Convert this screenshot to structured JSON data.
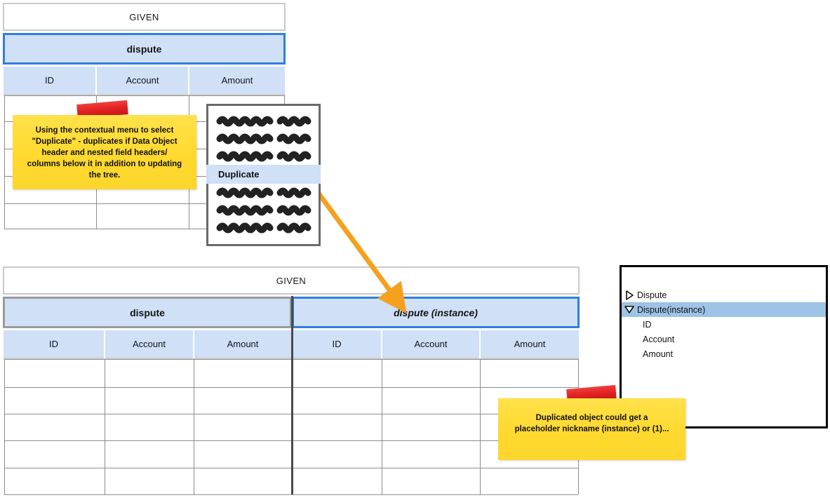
{
  "tables": {
    "top": {
      "given_label": "GIVEN",
      "object_header": "dispute",
      "field_headers": [
        "ID",
        "Account",
        "Amount"
      ],
      "selected": true
    },
    "bottom": {
      "given_label": "GIVEN",
      "groups": [
        {
          "object_header": "dispute",
          "selected": false,
          "italic": false,
          "field_headers": [
            "ID",
            "Account",
            "Amount"
          ]
        },
        {
          "object_header": "dispute (instance)",
          "selected": true,
          "italic": true,
          "field_headers": [
            "ID",
            "Account",
            "Amount"
          ]
        }
      ]
    }
  },
  "context_menu": {
    "items": [
      {
        "label": "",
        "redacted": true,
        "selected": false
      },
      {
        "label": "",
        "redacted": true,
        "selected": false
      },
      {
        "label": "",
        "redacted": true,
        "selected": false
      },
      {
        "label": "Duplicate",
        "redacted": false,
        "selected": true
      },
      {
        "label": "",
        "redacted": true,
        "selected": false
      },
      {
        "label": "",
        "redacted": true,
        "selected": false
      },
      {
        "label": "",
        "redacted": true,
        "selected": false
      }
    ]
  },
  "tree": {
    "rows": [
      {
        "label": "Dispute",
        "state": "collapsed",
        "depth": 0,
        "selected": false
      },
      {
        "label": "Dispute(instance)",
        "state": "expanded",
        "depth": 0,
        "selected": true
      },
      {
        "label": "ID",
        "state": "leaf",
        "depth": 1,
        "selected": false
      },
      {
        "label": "Account",
        "state": "leaf",
        "depth": 1,
        "selected": false
      },
      {
        "label": "Amount",
        "state": "leaf",
        "depth": 1,
        "selected": false
      }
    ]
  },
  "notes": [
    {
      "id": "note-duplicate-behavior",
      "lines": [
        "Using the contextual menu to select",
        "\"Duplicate\" - duplicates if Data Object",
        "header and nested field headers/",
        "columns below it in addition to updating",
        "the tree."
      ]
    },
    {
      "id": "note-nickname",
      "lines": [
        "Duplicated object could get a",
        "placeholder nickname (instance) or (1)..."
      ]
    }
  ],
  "colors": {
    "accent_blue": "#2f7de1",
    "header_fill": "#cfe0f7",
    "tree_highlight": "#9dc3e6",
    "arrow_orange": "#f5a01e",
    "note_yellow": "#ffdf3a",
    "tape_red": "#e02222",
    "grid_gray": "#8d8d8d",
    "divider_dark": "#4a4a4a"
  },
  "annotations": {
    "arrow_label": "duplicate-action-to-new-column-arrow"
  }
}
